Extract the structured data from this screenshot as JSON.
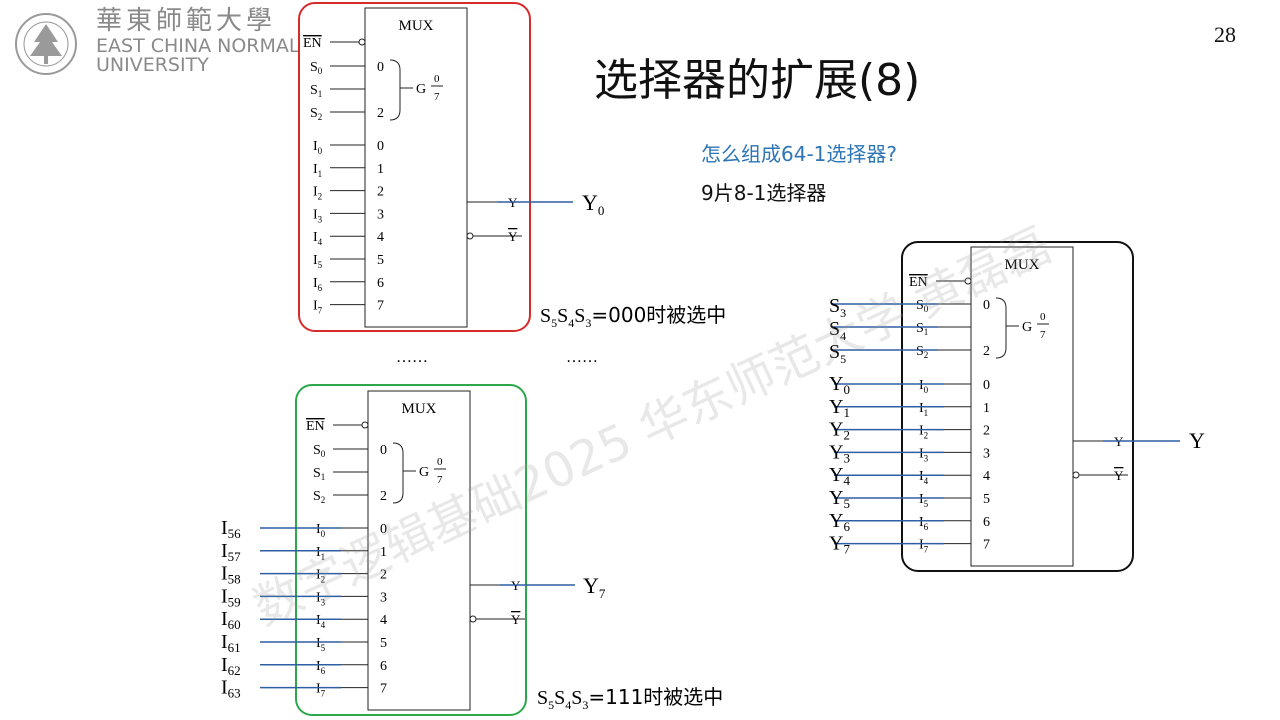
{
  "header": {
    "logo_cn": "華東師範大學",
    "logo_en_line1": "EAST CHINA NORMAL",
    "logo_en_line2": "UNIVERSITY",
    "page_number": "28"
  },
  "slide": {
    "title": "选择器的扩展(8)",
    "question": "怎么组成64-1选择器?",
    "answer": "9片8-1选择器",
    "ellipsis": "……"
  },
  "mux_labels": {
    "title": "MUX",
    "enable": "EN",
    "sel": [
      "S",
      "S",
      "S"
    ],
    "sel_sub": [
      "0",
      "1",
      "2"
    ],
    "sel_num": [
      "0",
      "",
      "2"
    ],
    "g": "G",
    "g_frac_top": "0",
    "g_frac_bottom": "7",
    "inputs": [
      "0",
      "1",
      "2",
      "3",
      "4",
      "5",
      "6",
      "7"
    ],
    "out_y": "Y",
    "out_ybar": "Y"
  },
  "mux_top": {
    "output": "Y",
    "output_sub": "0",
    "note_prefix": "S",
    "note_subs": [
      "5",
      "4",
      "3"
    ],
    "note_suffix": "=000时被选中"
  },
  "mux_bottom": {
    "output": "Y",
    "output_sub": "7",
    "inputs_ext": [
      "56",
      "57",
      "58",
      "59",
      "60",
      "61",
      "62",
      "63"
    ],
    "note_prefix": "S",
    "note_subs": [
      "5",
      "4",
      "3"
    ],
    "note_suffix": "=111时被选中"
  },
  "mux_right": {
    "sel_ext_subs": [
      "3",
      "4",
      "5"
    ],
    "inputs_ext_subs": [
      "0",
      "1",
      "2",
      "3",
      "4",
      "5",
      "6",
      "7"
    ],
    "output": "Y"
  },
  "watermark": "数字逻辑基础2025 华东师范大学 黄磊磊",
  "colors": {
    "top_frame": "#d62b2b",
    "bottom_frame": "#2ca84a",
    "right_frame": "#111111",
    "wire_blue": "#2e5fa3",
    "question_blue": "#2e75b6"
  }
}
